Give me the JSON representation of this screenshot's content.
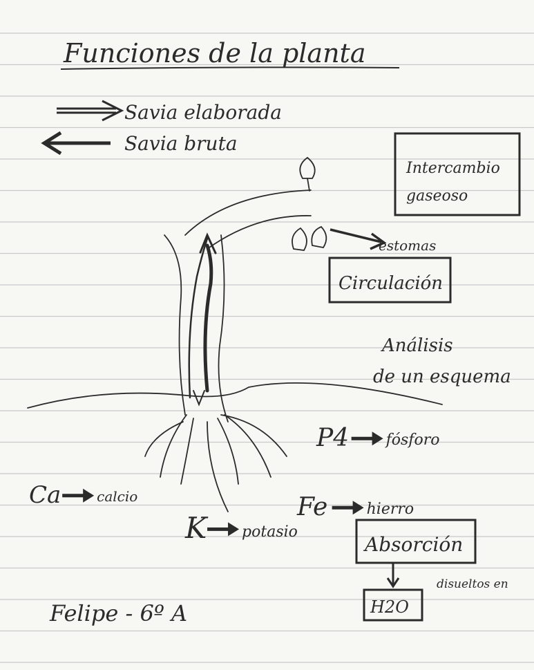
{
  "title": "Funciones de la planta",
  "legend": {
    "elaborated_sap": "Savia elaborada",
    "raw_sap": "Savia bruta"
  },
  "boxes": {
    "gas_exchange_line1": "Intercambio",
    "gas_exchange_line2": "gaseoso",
    "circulation": "Circulación",
    "absorption": "Absorción",
    "water": "H2O"
  },
  "labels": {
    "stomata": "estomas",
    "analysis_line1": "Análisis",
    "analysis_line2": "de un esquema",
    "dissolved": "disueltos en",
    "author": "Felipe - 6º A"
  },
  "nutrients": [
    {
      "symbol": "P4",
      "name": "fósforo"
    },
    {
      "symbol": "Fe",
      "name": "hierro"
    },
    {
      "symbol": "Ca",
      "name": "calcio"
    },
    {
      "symbol": "K",
      "name": "potasio"
    }
  ],
  "colors": {
    "paper": "#f7f7f4",
    "ink": "#2b2b2b",
    "rule_line": "#c9c9c9"
  }
}
